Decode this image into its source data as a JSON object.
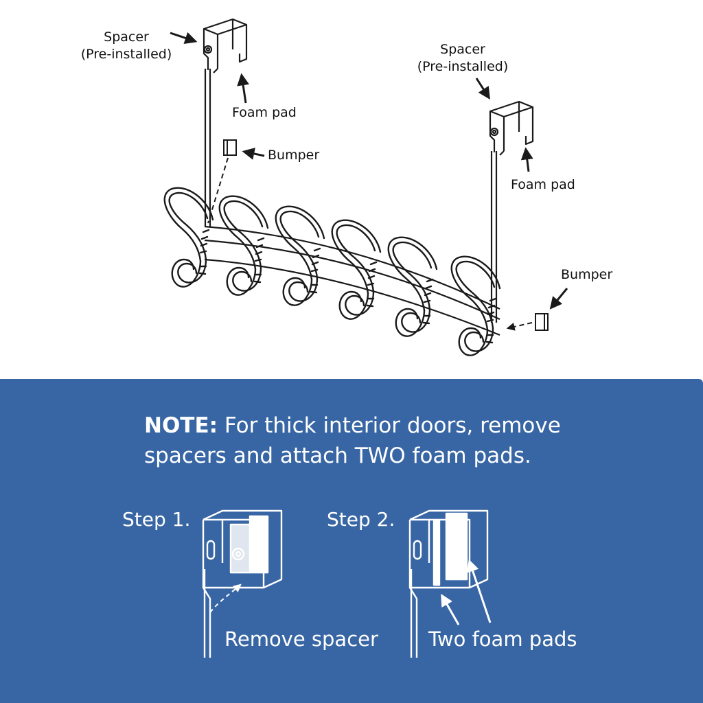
{
  "labels": {
    "spacer_left_line1": "Spacer",
    "spacer_left_line2": "(Pre-installed)",
    "foam_pad_left": "Foam pad",
    "bumper_left": "Bumper",
    "spacer_right_line1": "Spacer",
    "spacer_right_line2": "(Pre-installed)",
    "foam_pad_right": "Foam pad",
    "bumper_right": "Bumper"
  },
  "note": {
    "heading": "NOTE:",
    "line1_rest": " For thick interior doors, remove",
    "line2": "spacers and attach TWO foam pads."
  },
  "steps": [
    {
      "label": "Step 1.",
      "caption": "Remove spacer"
    },
    {
      "label": "Step 2.",
      "caption": "Two foam pads"
    }
  ],
  "colors": {
    "panel": "#3866a4",
    "line": "#1a1a1a",
    "white": "#ffffff"
  }
}
